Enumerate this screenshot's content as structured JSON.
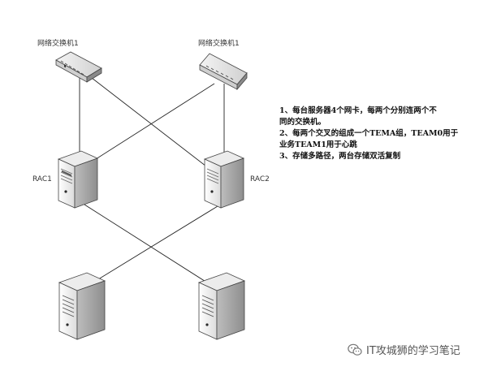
{
  "diagram": {
    "switch_left_label": "网络交换机1",
    "switch_right_label": "网络交换机1",
    "server_left_label": "RAC1",
    "server_right_label": "RAC2"
  },
  "notes": [
    "1、每台服务器4个网卡，每两个分别连两个不",
    "同的交换机。",
    "2、每两个交叉的组成一个TEMA组，TEAM0用于",
    "业务TEAM1用于心跳",
    "3、存储多路径，两台存储双活复制"
  ],
  "watermark": {
    "text": "IT攻城狮的学习笔记",
    "icon": "wechat-icon"
  }
}
